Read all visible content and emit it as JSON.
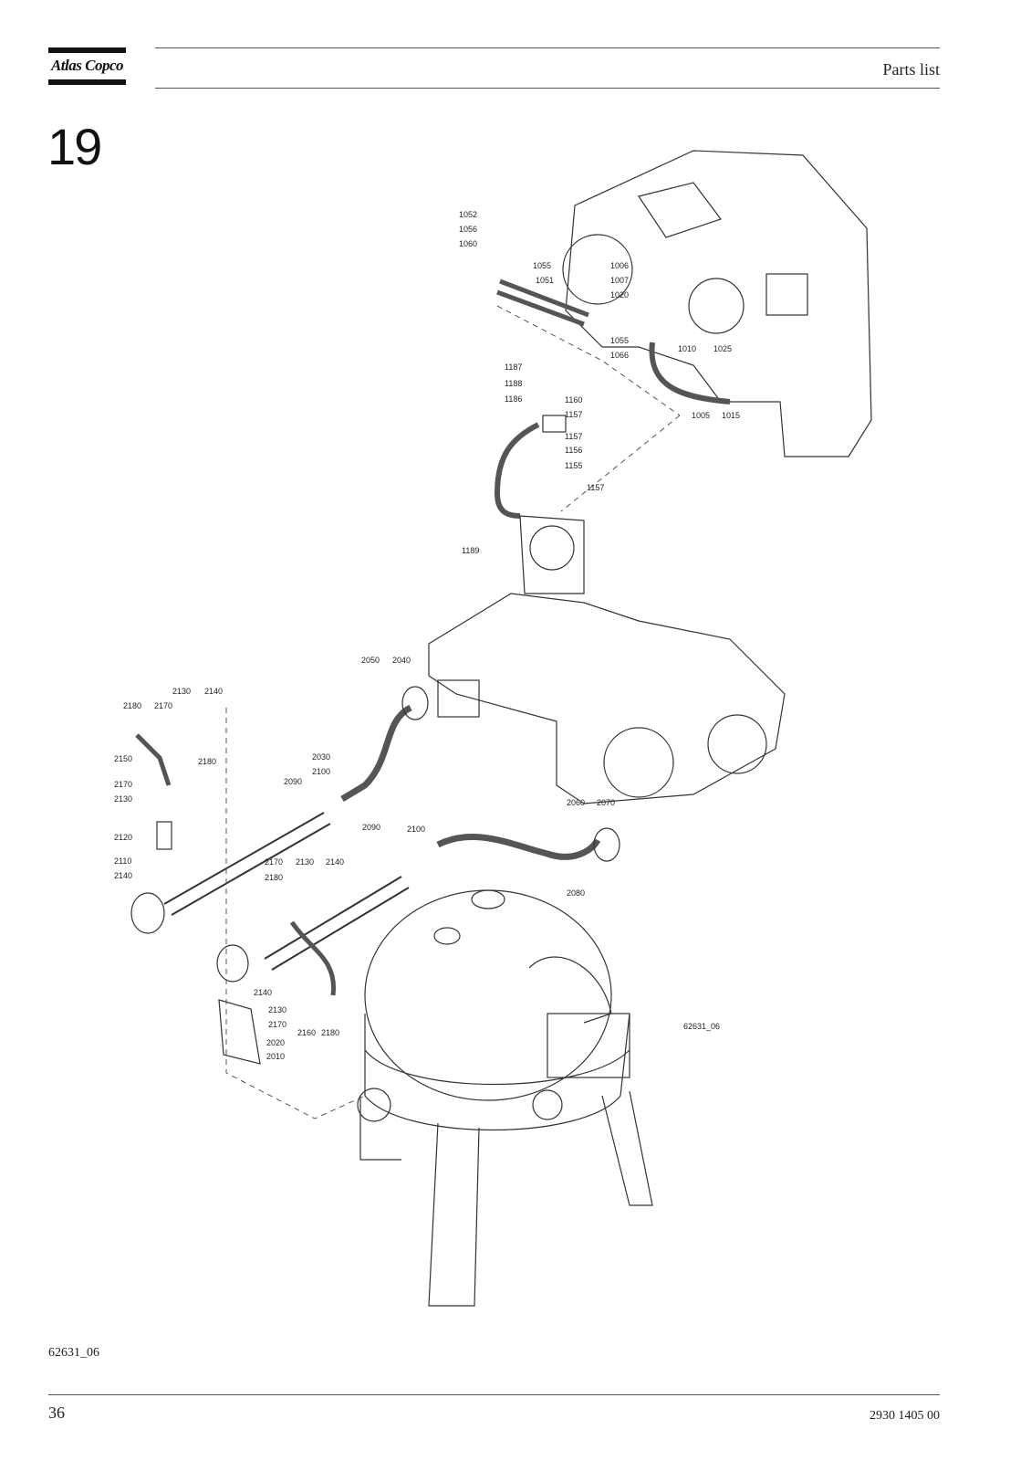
{
  "header": {
    "logo_text": "Atlas Copco",
    "section": "Parts list"
  },
  "chapter": "19",
  "figure": {
    "drawing_ref": "62631_06",
    "callouts": [
      "1052",
      "1056",
      "1060",
      "1055",
      "1051",
      "1006",
      "1007",
      "1020",
      "1055",
      "1066",
      "1010",
      "1025",
      "1005",
      "1015",
      "1187",
      "1188",
      "1186",
      "1160",
      "1157",
      "1157",
      "1156",
      "1155",
      "1157",
      "1189",
      "2050",
      "2040",
      "2030",
      "2100",
      "2090",
      "2130",
      "2140",
      "2180",
      "2170",
      "2150",
      "2180",
      "2170",
      "2130",
      "2120",
      "2110",
      "2140",
      "2060",
      "2070",
      "2080",
      "2090",
      "2100",
      "2170",
      "2130",
      "2140",
      "2180",
      "2140",
      "2130",
      "2170",
      "2160",
      "2180",
      "2020",
      "2010"
    ]
  },
  "footer": {
    "figure_code": "62631_06",
    "page_number": "36",
    "doc_number": "2930 1405 00"
  }
}
